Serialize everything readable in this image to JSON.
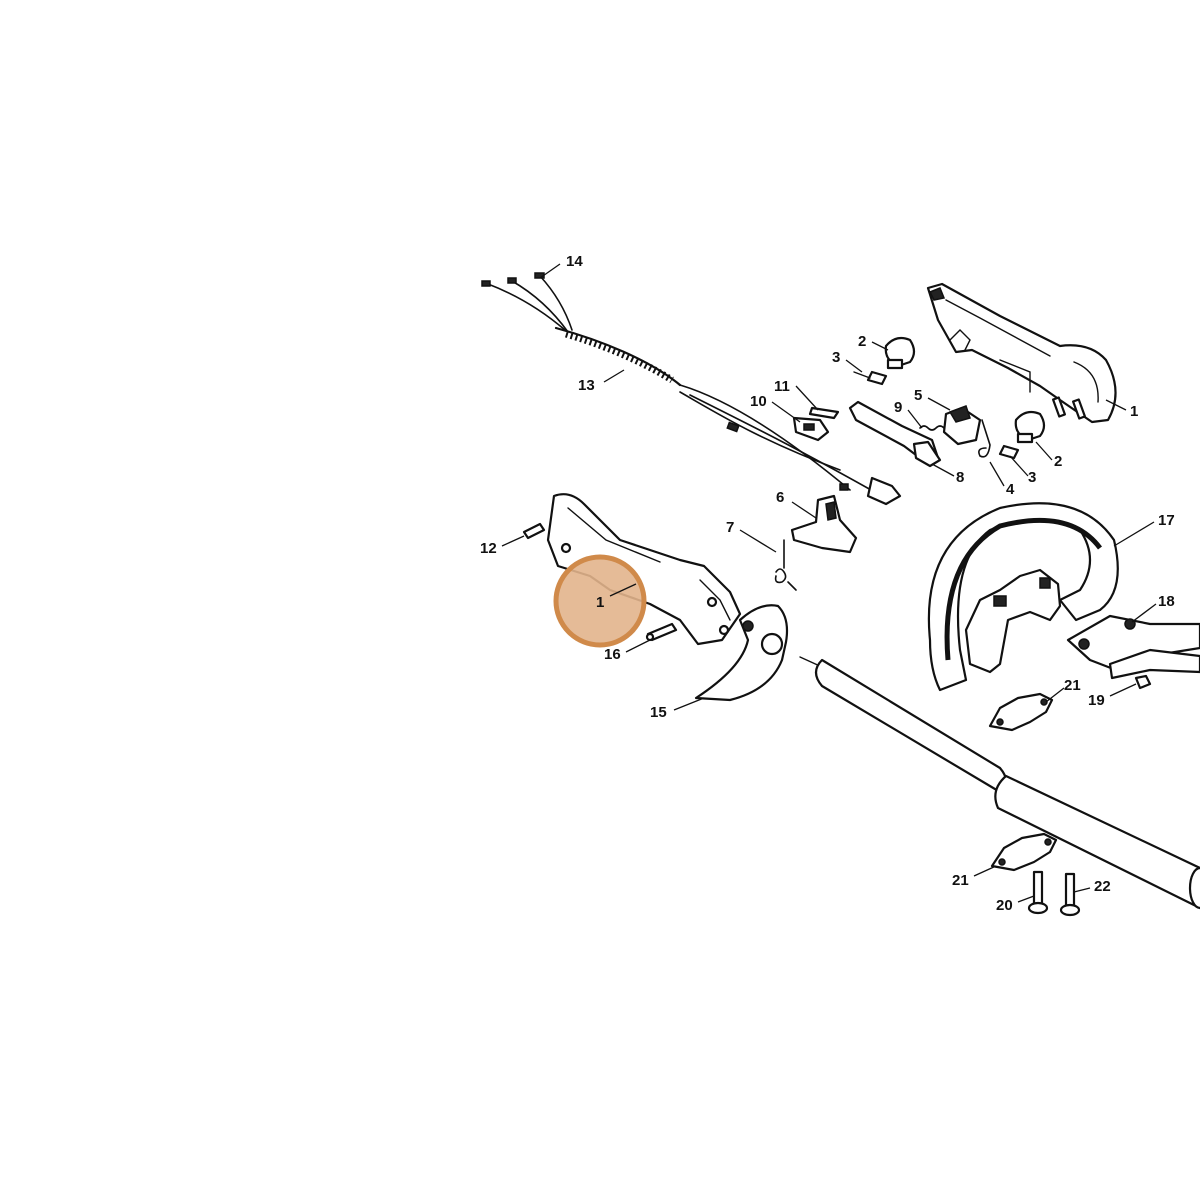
{
  "diagram": {
    "highlight": {
      "part": "1",
      "fill_color": "#E2B48C",
      "stroke_color": "#D08A4A"
    },
    "callouts": [
      {
        "id": "c14",
        "label": "14"
      },
      {
        "id": "c13",
        "label": "13"
      },
      {
        "id": "c2a",
        "label": "2"
      },
      {
        "id": "c3a",
        "label": "3"
      },
      {
        "id": "c1a",
        "label": "1"
      },
      {
        "id": "c11",
        "label": "11"
      },
      {
        "id": "c10",
        "label": "10"
      },
      {
        "id": "c9",
        "label": "9"
      },
      {
        "id": "c5",
        "label": "5"
      },
      {
        "id": "c2b",
        "label": "2"
      },
      {
        "id": "c3b",
        "label": "3"
      },
      {
        "id": "c8",
        "label": "8"
      },
      {
        "id": "c4",
        "label": "4"
      },
      {
        "id": "c6",
        "label": "6"
      },
      {
        "id": "c7",
        "label": "7"
      },
      {
        "id": "c12",
        "label": "12"
      },
      {
        "id": "c1b",
        "label": "1"
      },
      {
        "id": "c16",
        "label": "16"
      },
      {
        "id": "c15",
        "label": "15"
      },
      {
        "id": "c17",
        "label": "17"
      },
      {
        "id": "c18",
        "label": "18"
      },
      {
        "id": "c19",
        "label": "19"
      },
      {
        "id": "c21a",
        "label": "21"
      },
      {
        "id": "c21b",
        "label": "21"
      },
      {
        "id": "c20",
        "label": "20"
      },
      {
        "id": "c22",
        "label": "22"
      }
    ]
  }
}
